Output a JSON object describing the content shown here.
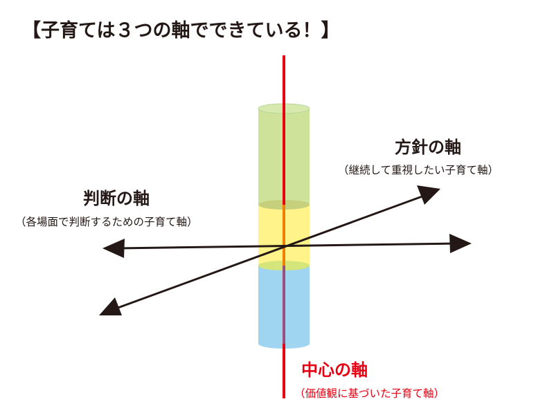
{
  "title": "【子育ては３つの軸でできている！】",
  "axes": {
    "policy": {
      "label": "方針の軸",
      "sub": "（継続して重視したい子育て軸）"
    },
    "judgment": {
      "label": "判断の軸",
      "sub": "（各場面で判断するための子育て軸）"
    },
    "center": {
      "label": "中心の軸",
      "sub": "（価値観に基づいた子育て軸）"
    }
  },
  "colors": {
    "center": "#e60012",
    "green": "#c9df8f",
    "yellow": "#fff38a",
    "blue": "#9fd5f0",
    "arrow": "#231815"
  }
}
